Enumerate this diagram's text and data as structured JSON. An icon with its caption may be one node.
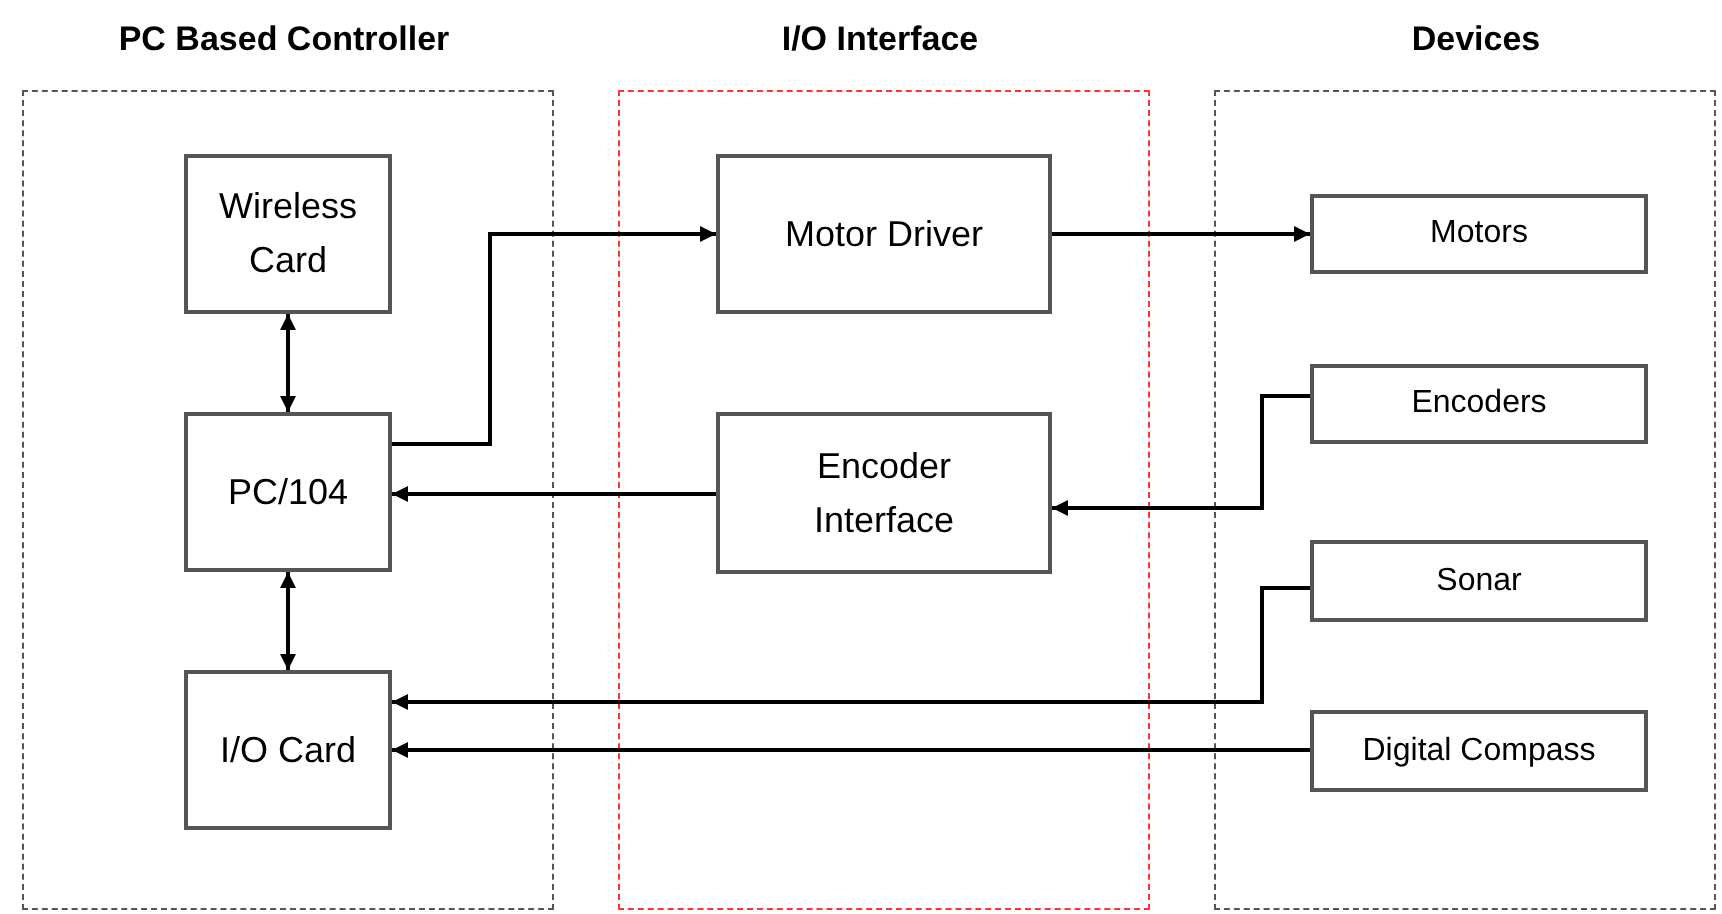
{
  "diagram": {
    "nodes": [
      {
        "text": [
          "PC Based Controller"
        ]
      },
      {
        "text": [
          "I/O Interface"
        ]
      },
      {
        "text": [
          "Devices"
        ]
      },
      {
        "text": [
          "Wireless Card"
        ],
        "in": 0
      },
      {
        "text": [
          "PC/104"
        ],
        "in": 0
      },
      {
        "text": [
          "I/O Card"
        ],
        "in": 0
      },
      {
        "text": [
          "Motor Driver"
        ],
        "in": 1
      },
      {
        "text": [
          "Encoder Interface"
        ],
        "in": 1
      },
      {
        "text": [
          "Motors"
        ],
        "in": 2
      },
      {
        "text": [
          "Encoders"
        ],
        "in": 2
      },
      {
        "text": [
          "Sonar"
        ],
        "in": 2
      },
      {
        "text": [
          "Digital Compass"
        ],
        "in": 2
      }
    ],
    "edges": [
      {
        "from": 3,
        "to": 4,
        "arrow": "both"
      },
      {
        "from": 4,
        "to": 5,
        "arrow": "both"
      },
      {
        "from": 4,
        "to": 6,
        "arrow": "to"
      },
      {
        "from": 6,
        "to": 8,
        "arrow": "to"
      },
      {
        "from": 9,
        "to": 7,
        "arrow": "to"
      },
      {
        "from": 7,
        "to": 4,
        "arrow": "to"
      },
      {
        "from": 10,
        "to": 5,
        "arrow": "to"
      },
      {
        "from": 11,
        "to": 5,
        "arrow": "to"
      }
    ]
  }
}
